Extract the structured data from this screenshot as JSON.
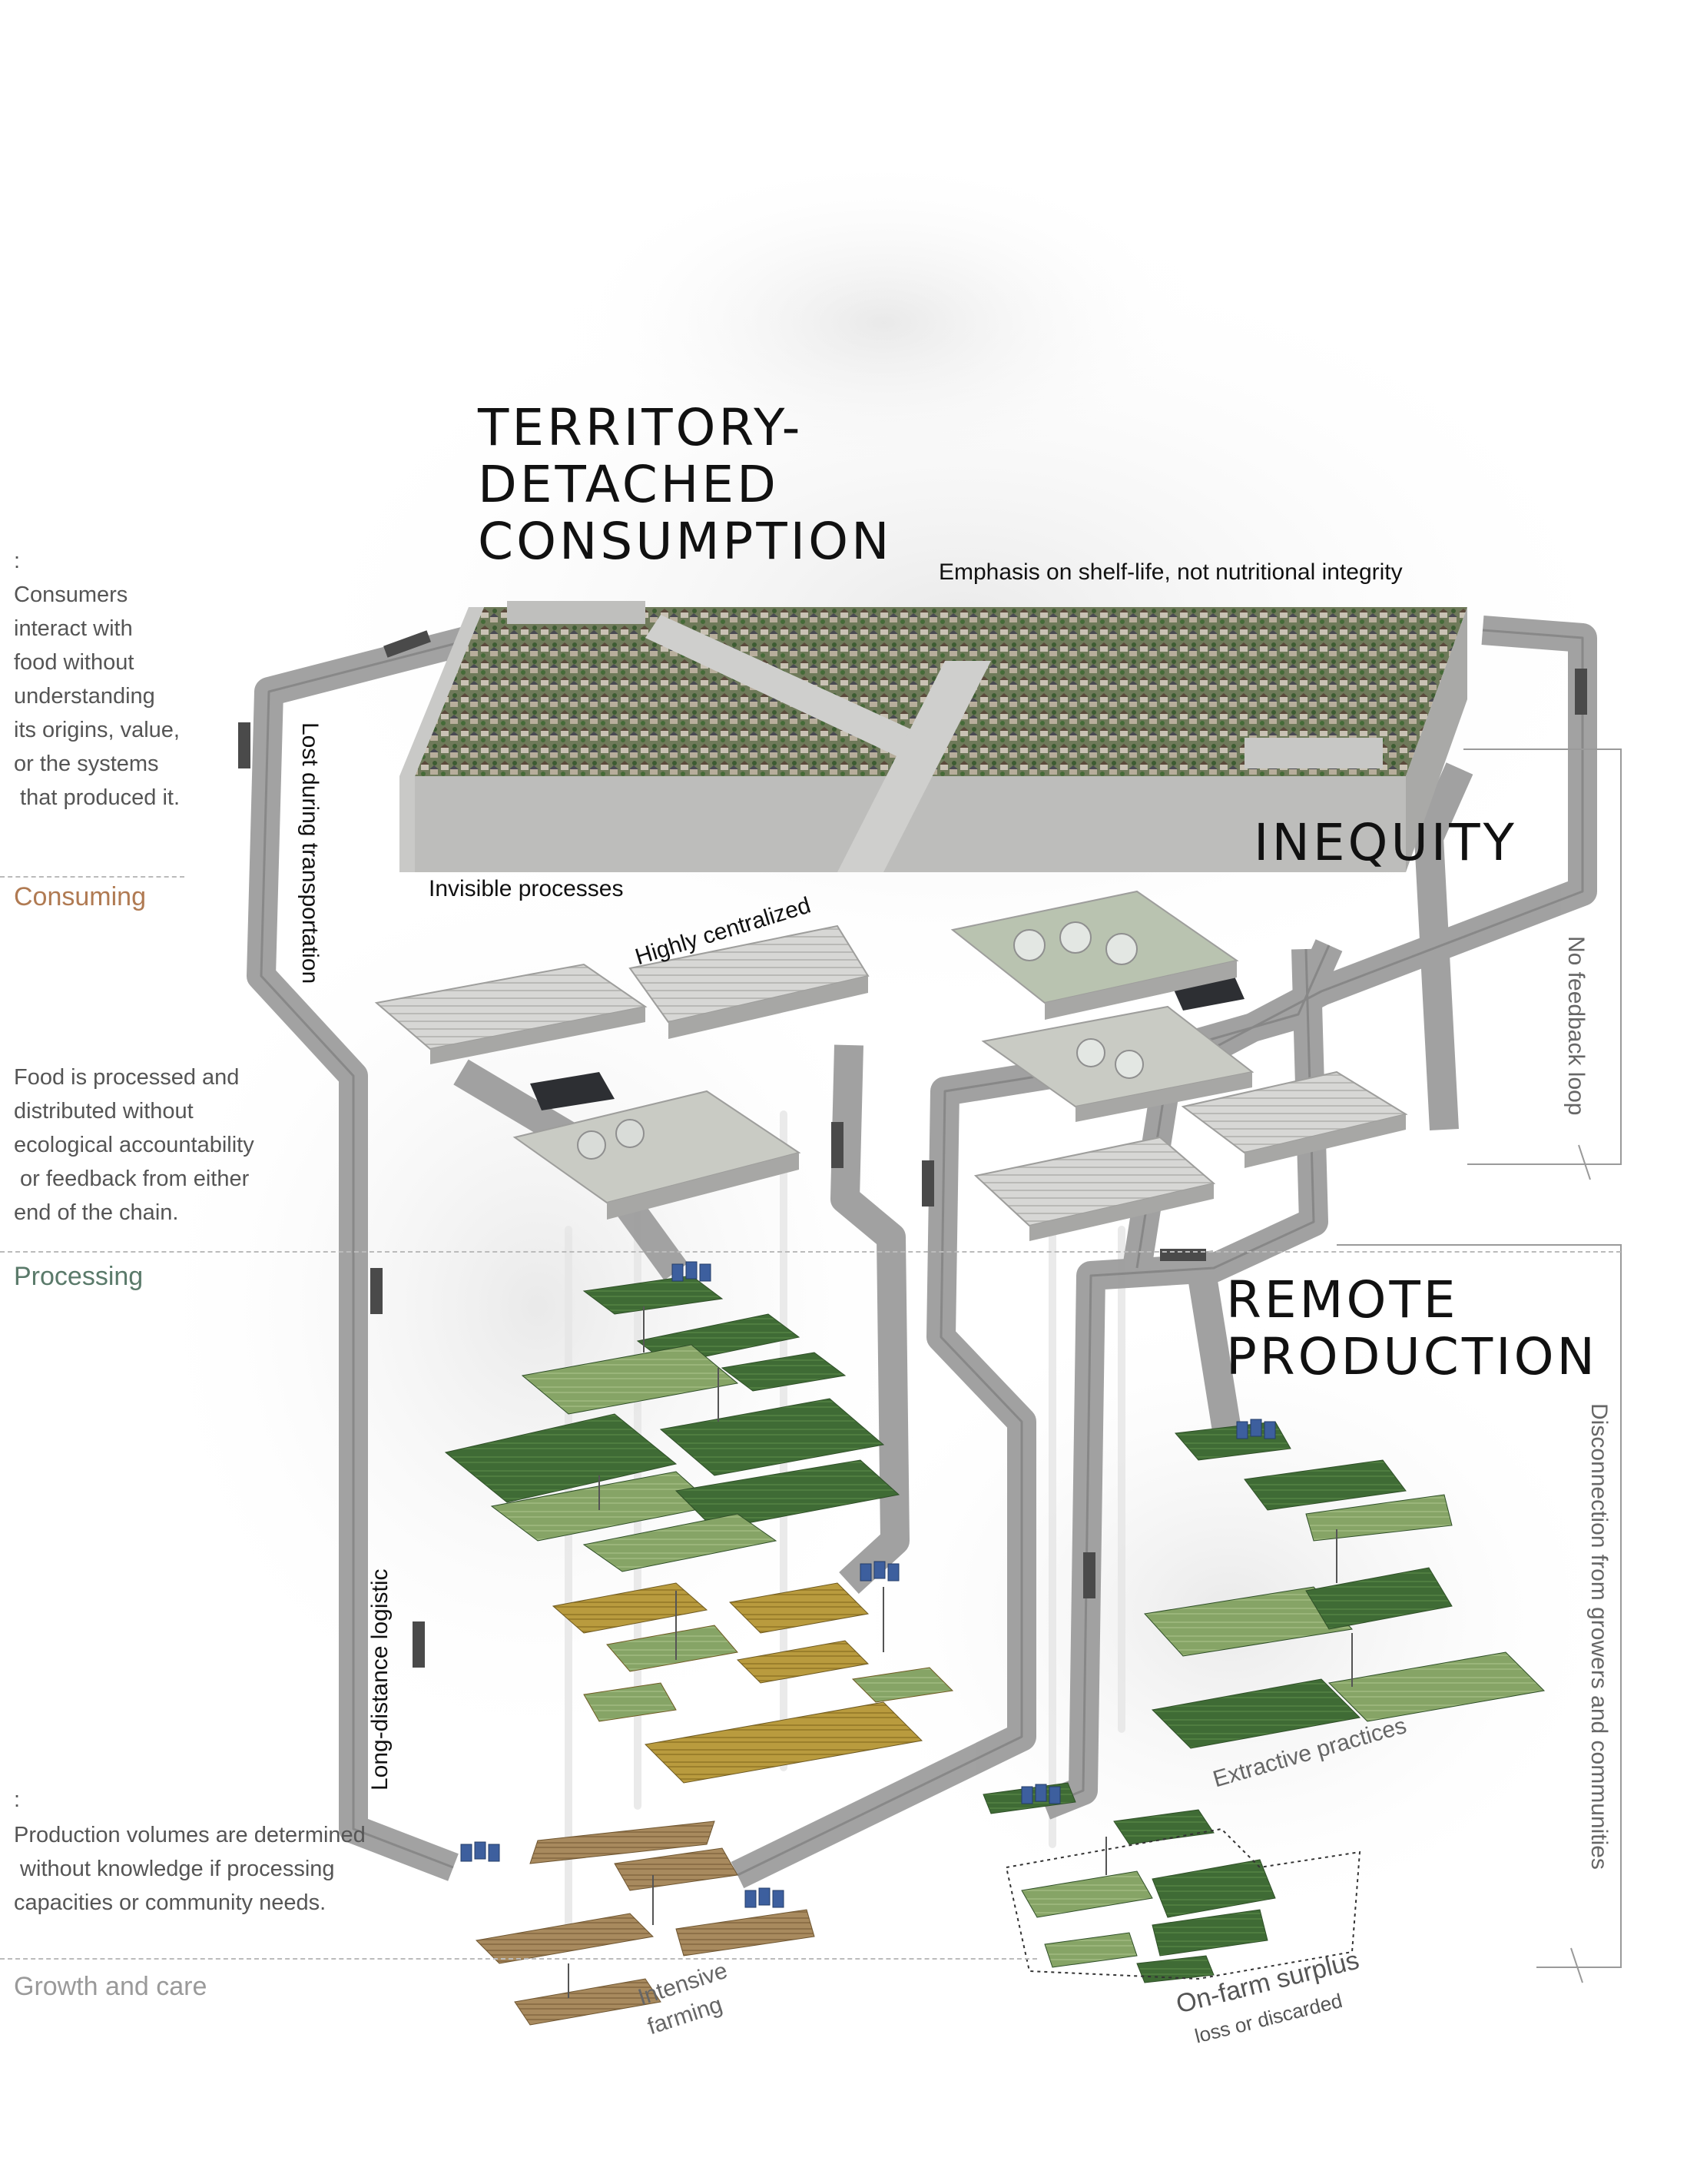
{
  "titles": {
    "consumption": [
      "TERRITORY-",
      "DETACHED",
      "CONSUMPTION"
    ],
    "inequity": "INEQUITY",
    "production": [
      "REMOTE",
      "PRODUCTION"
    ]
  },
  "annotations": {
    "shelf_life": "Emphasis on shelf-life, not nutritional integrity",
    "invisible": "Invisible processes",
    "lost_transport": "Lost during transportation",
    "centralized": "Highly centralized",
    "no_feedback": "No feedback loop",
    "disconnection": "Disconnection from growers and communities",
    "extractive": "Extractive practices",
    "long_distance": "Long-distance logistic",
    "intensive": [
      "Intensive",
      "farming"
    ],
    "surplus": "On-farm surplus",
    "surplus_sub": "loss or discarded"
  },
  "left_column": {
    "consuming_marker": ":",
    "consuming_text": [
      "Consumers",
      "interact with",
      "food without",
      "understanding",
      "its origins, value,",
      "or the systems",
      " that produced it."
    ],
    "consuming_label": "Consuming",
    "processing_text": [
      "Food is processed and",
      "distributed without",
      "ecological accountability",
      " or feedback from either",
      "end of the chain."
    ],
    "processing_label": "Processing",
    "growth_marker": ":",
    "growth_text": [
      "Production volumes are determined",
      " without knowledge if processing",
      "capacities or community needs."
    ],
    "growth_label": "Growth and care"
  },
  "colors": {
    "consuming": "#b07a52",
    "processing": "#5a7a6a",
    "growth": "#9a9a9a",
    "road": "#9d9d9d",
    "road_dark": "#7d7d7d",
    "field_dark": "#3f6b35",
    "field_light": "#8aa86a",
    "field_tan": "#a88a5e",
    "field_gold": "#b89a3a",
    "silo": "#3d5f9e"
  }
}
